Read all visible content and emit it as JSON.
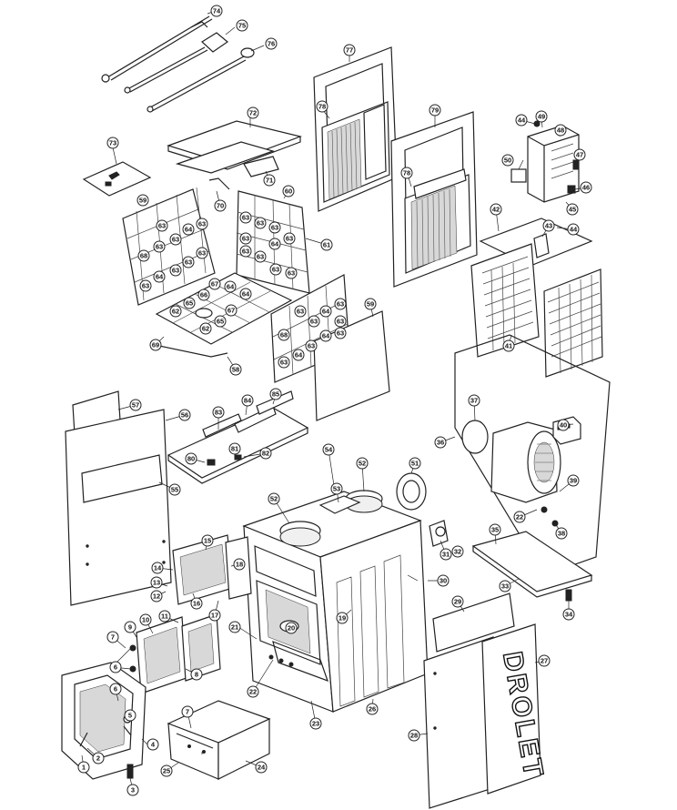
{
  "brand_text": "DROLET",
  "callouts": [
    {
      "label": "1"
    },
    {
      "label": "2"
    },
    {
      "label": "3"
    },
    {
      "label": "4"
    },
    {
      "label": "5"
    },
    {
      "label": "6"
    },
    {
      "label": "6"
    },
    {
      "label": "7"
    },
    {
      "label": "7"
    },
    {
      "label": "8"
    },
    {
      "label": "9"
    },
    {
      "label": "10"
    },
    {
      "label": "11"
    },
    {
      "label": "12"
    },
    {
      "label": "13"
    },
    {
      "label": "14"
    },
    {
      "label": "15"
    },
    {
      "label": "16"
    },
    {
      "label": "17"
    },
    {
      "label": "18"
    },
    {
      "label": "19"
    },
    {
      "label": "20"
    },
    {
      "label": "21"
    },
    {
      "label": "22"
    },
    {
      "label": "22"
    },
    {
      "label": "23"
    },
    {
      "label": "24"
    },
    {
      "label": "25"
    },
    {
      "label": "26"
    },
    {
      "label": "27"
    },
    {
      "label": "28"
    },
    {
      "label": "29"
    },
    {
      "label": "30"
    },
    {
      "label": "31"
    },
    {
      "label": "32"
    },
    {
      "label": "33"
    },
    {
      "label": "34"
    },
    {
      "label": "35"
    },
    {
      "label": "36"
    },
    {
      "label": "37"
    },
    {
      "label": "38"
    },
    {
      "label": "39"
    },
    {
      "label": "40"
    },
    {
      "label": "41"
    },
    {
      "label": "42"
    },
    {
      "label": "43"
    },
    {
      "label": "44"
    },
    {
      "label": "44"
    },
    {
      "label": "45"
    },
    {
      "label": "46"
    },
    {
      "label": "47"
    },
    {
      "label": "48"
    },
    {
      "label": "49"
    },
    {
      "label": "50"
    },
    {
      "label": "51"
    },
    {
      "label": "52"
    },
    {
      "label": "52"
    },
    {
      "label": "53"
    },
    {
      "label": "54"
    },
    {
      "label": "55"
    },
    {
      "label": "56"
    },
    {
      "label": "57"
    },
    {
      "label": "58"
    },
    {
      "label": "59"
    },
    {
      "label": "59"
    },
    {
      "label": "60"
    },
    {
      "label": "61"
    },
    {
      "label": "62"
    },
    {
      "label": "62"
    },
    {
      "label": "63"
    },
    {
      "label": "63"
    },
    {
      "label": "63"
    },
    {
      "label": "63"
    },
    {
      "label": "63"
    },
    {
      "label": "63"
    },
    {
      "label": "63"
    },
    {
      "label": "63"
    },
    {
      "label": "63"
    },
    {
      "label": "63"
    },
    {
      "label": "63"
    },
    {
      "label": "63"
    },
    {
      "label": "63"
    },
    {
      "label": "63"
    },
    {
      "label": "63"
    },
    {
      "label": "63"
    },
    {
      "label": "63"
    },
    {
      "label": "63"
    },
    {
      "label": "63"
    },
    {
      "label": "63"
    },
    {
      "label": "63"
    },
    {
      "label": "63"
    },
    {
      "label": "63"
    },
    {
      "label": "63"
    },
    {
      "label": "64"
    },
    {
      "label": "64"
    },
    {
      "label": "64"
    },
    {
      "label": "64"
    },
    {
      "label": "64"
    },
    {
      "label": "64"
    },
    {
      "label": "64"
    },
    {
      "label": "64"
    },
    {
      "label": "65"
    },
    {
      "label": "65"
    },
    {
      "label": "66"
    },
    {
      "label": "67"
    },
    {
      "label": "67"
    },
    {
      "label": "68"
    },
    {
      "label": "68"
    },
    {
      "label": "69"
    },
    {
      "label": "70"
    },
    {
      "label": "71"
    },
    {
      "label": "72"
    },
    {
      "label": "73"
    },
    {
      "label": "74"
    },
    {
      "label": "75"
    },
    {
      "label": "76"
    },
    {
      "label": "77"
    },
    {
      "label": "78"
    },
    {
      "label": "78"
    },
    {
      "label": "79"
    },
    {
      "label": "80"
    },
    {
      "label": "81"
    },
    {
      "label": "82"
    },
    {
      "label": "83"
    },
    {
      "label": "84"
    },
    {
      "label": "85"
    }
  ]
}
